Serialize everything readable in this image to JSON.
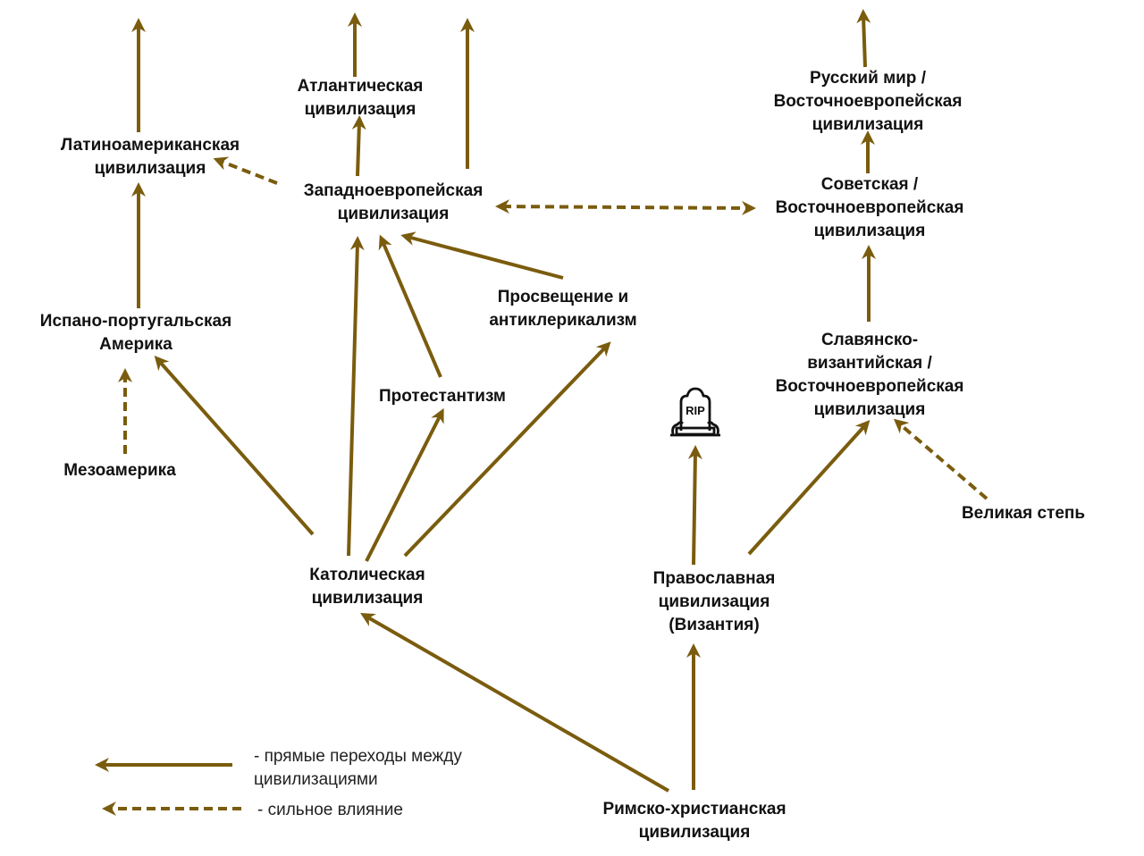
{
  "colors": {
    "arrow": "#7a5c0e",
    "text": "#111111",
    "background": "#ffffff"
  },
  "nodes": [
    {
      "id": "latam",
      "label": "Латиноамериканская\nцивилизация"
    },
    {
      "id": "atlantic",
      "label": "Атлантическая\nцивилизация"
    },
    {
      "id": "weurope",
      "label": "Западноевропейская\nцивилизация"
    },
    {
      "id": "russian",
      "label": "Русский мир /\nВосточноевропейская\nцивилизация"
    },
    {
      "id": "soviet",
      "label": "Советская /\nВосточноевропейская\nцивилизация"
    },
    {
      "id": "hispano",
      "label": "Испано-португальская\nАмерика"
    },
    {
      "id": "enlight",
      "label": "Просвещение и\nантиклерикализм"
    },
    {
      "id": "protest",
      "label": "Протестантизм"
    },
    {
      "id": "slavbyz",
      "label": "Славянско-\nвизантийская /\nВосточноевропейская\nцивилизация"
    },
    {
      "id": "meso",
      "label": "Мезоамерика"
    },
    {
      "id": "steppe",
      "label": "Великая степь"
    },
    {
      "id": "catholic",
      "label": "Католическая\nцивилизация"
    },
    {
      "id": "orthodox",
      "label": "Православная\nцивилизация\n(Византия)"
    },
    {
      "id": "roman",
      "label": "Римско-христианская\nцивилизация"
    }
  ],
  "edges": [
    {
      "from": "roman",
      "to": "catholic",
      "style": "solid"
    },
    {
      "from": "roman",
      "to": "orthodox",
      "style": "solid"
    },
    {
      "from": "catholic",
      "to": "hispano",
      "style": "solid"
    },
    {
      "from": "catholic",
      "to": "weurope",
      "style": "solid"
    },
    {
      "from": "catholic",
      "to": "protest",
      "style": "solid"
    },
    {
      "from": "catholic",
      "to": "enlight",
      "style": "solid"
    },
    {
      "from": "protest",
      "to": "weurope",
      "style": "solid"
    },
    {
      "from": "enlight",
      "to": "weurope",
      "style": "solid"
    },
    {
      "from": "weurope",
      "to": "atlantic",
      "style": "solid"
    },
    {
      "from": "weurope",
      "to": "future",
      "style": "solid"
    },
    {
      "from": "weurope",
      "to": "latam",
      "style": "dashed"
    },
    {
      "from": "weurope",
      "to": "soviet",
      "style": "dashed-both"
    },
    {
      "from": "hispano",
      "to": "latam",
      "style": "solid"
    },
    {
      "from": "meso",
      "to": "hispano",
      "style": "dashed"
    },
    {
      "from": "latam",
      "to": "future",
      "style": "solid"
    },
    {
      "from": "atlantic",
      "to": "future",
      "style": "solid"
    },
    {
      "from": "orthodox",
      "to": "rip",
      "style": "solid"
    },
    {
      "from": "orthodox",
      "to": "slavbyz",
      "style": "solid"
    },
    {
      "from": "steppe",
      "to": "slavbyz",
      "style": "dashed"
    },
    {
      "from": "slavbyz",
      "to": "soviet",
      "style": "solid"
    },
    {
      "from": "soviet",
      "to": "russian",
      "style": "solid"
    },
    {
      "from": "russian",
      "to": "future",
      "style": "solid"
    }
  ],
  "rip_icon": {
    "name": "tombstone-icon",
    "text": "RIP"
  },
  "legend": {
    "solid_label": "- прямые переходы между\nцивилизациями",
    "dashed_label": "- сильное влияние"
  }
}
